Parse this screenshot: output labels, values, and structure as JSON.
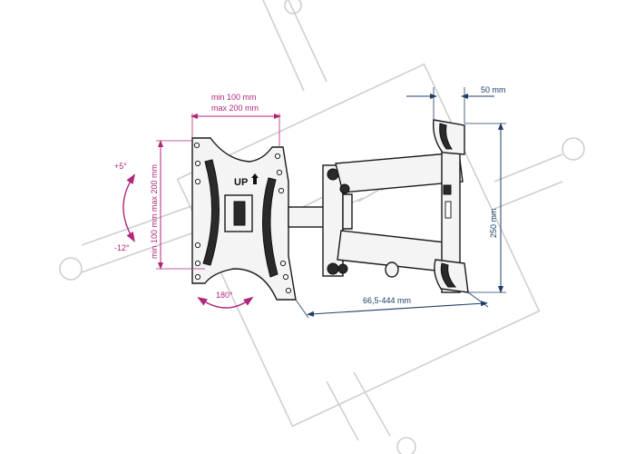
{
  "vesa": {
    "width_min": "min 100 mm",
    "width_max": "max 200 mm",
    "height_vertical": "min 100 mm max 200 mm"
  },
  "tilt": {
    "up": "+5°",
    "down": "-12°"
  },
  "rotation": {
    "label": "180°"
  },
  "plate_logo": "UP",
  "depth_min": "50 mm",
  "wall_plate_height": "250 mm",
  "reach": "66,5-444 mm",
  "colors": {
    "dimension_label": "#b0277a",
    "dimension_line": "#1f3f66",
    "watermark": "#cfcfcf"
  }
}
